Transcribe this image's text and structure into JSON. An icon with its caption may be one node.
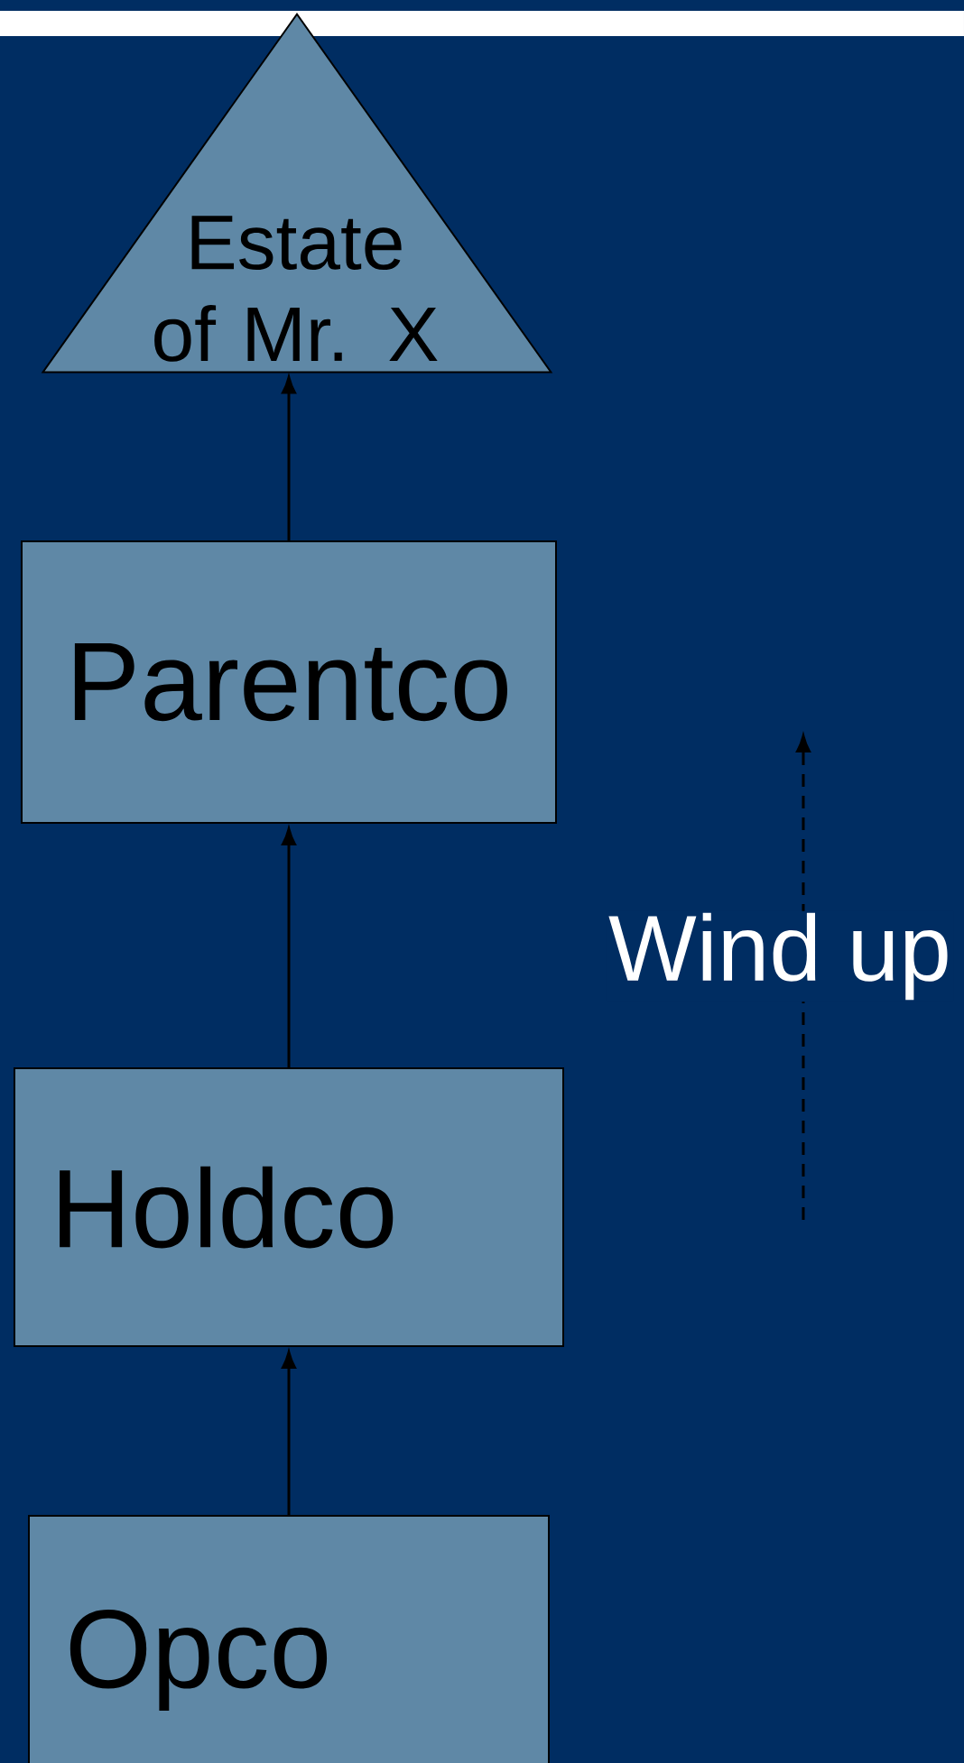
{
  "diagram": {
    "nodes": [
      {
        "text": [
          "Estate of Mr. X"
        ]
      },
      {
        "text": [
          "Parentco"
        ]
      },
      {
        "text": [
          "Holdco"
        ]
      },
      {
        "text": [
          "Opco"
        ]
      }
    ],
    "edges": [
      {
        "from": 1,
        "to": 0,
        "arrow": "to"
      },
      {
        "from": 2,
        "to": 1,
        "arrow": "to"
      },
      {
        "from": 3,
        "to": 2,
        "arrow": "to"
      }
    ],
    "labels": [
      "Wind up"
    ]
  }
}
